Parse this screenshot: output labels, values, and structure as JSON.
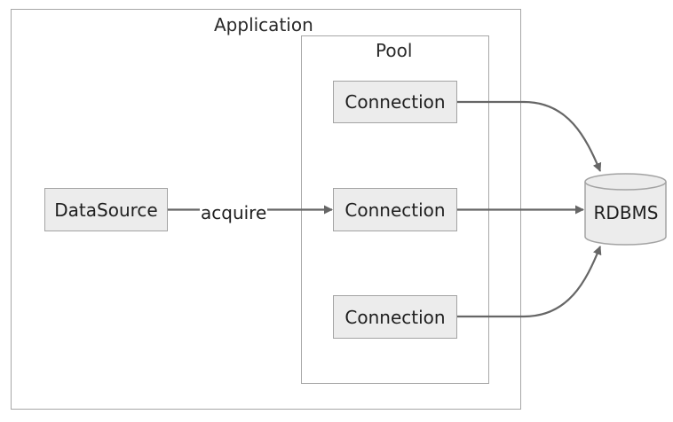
{
  "application": {
    "title": "Application"
  },
  "pool": {
    "title": "Pool"
  },
  "nodes": {
    "datasource": "DataSource",
    "connections": [
      "Connection",
      "Connection",
      "Connection"
    ],
    "database": "RDBMS"
  },
  "edges": {
    "acquire_label": "acquire"
  },
  "colors": {
    "line": "#666666",
    "node_fill": "#ececec",
    "node_border": "#a3a3a3",
    "frame_border": "#a7a7a7"
  }
}
